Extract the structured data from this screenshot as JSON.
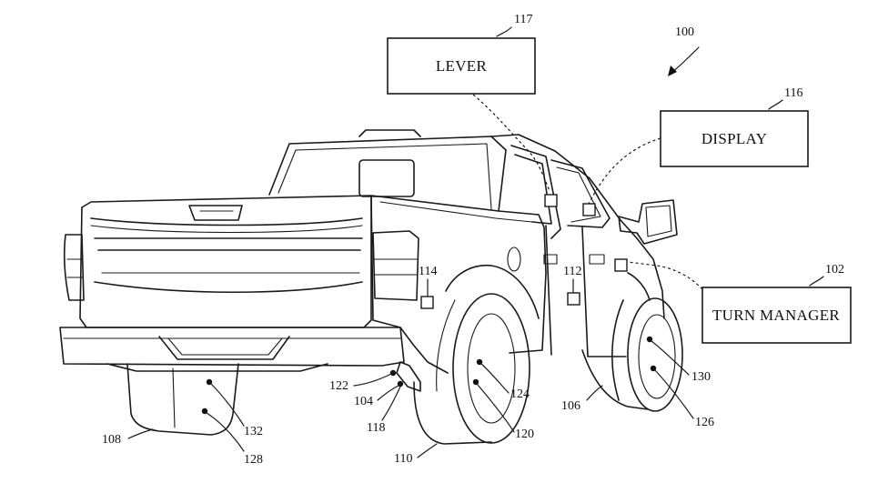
{
  "figure": {
    "boxes": {
      "lever": {
        "label": "LEVER",
        "ref": "117"
      },
      "display": {
        "label": "DISPLAY",
        "ref": "116"
      },
      "turn_manager": {
        "label": "TURN MANAGER",
        "ref": "102"
      }
    },
    "refs": {
      "system": "100",
      "r104": "104",
      "r106": "106",
      "r108": "108",
      "r110": "110",
      "r112": "112",
      "r114": "114",
      "r118": "118",
      "r120": "120",
      "r122": "122",
      "r124": "124",
      "r126": "126",
      "r128": "128",
      "r130": "130",
      "r132": "132"
    }
  }
}
